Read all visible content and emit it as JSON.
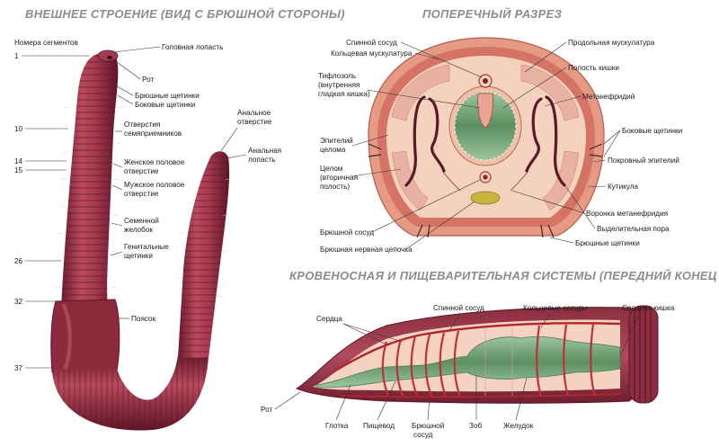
{
  "titles": {
    "external": "ВНЕШНЕЕ СТРОЕНИЕ (ВИД С БРЮШНОЙ СТОРОНЫ)",
    "cross": "ПОПЕРЕЧНЫЙ РАЗРЕЗ",
    "systems": "КРОВЕНОСНАЯ И ПИЩЕВАРИТЕЛЬНАЯ СИСТЕМЫ (ПЕРЕДНИЙ КОНЕЦ ЧЕРВЯ)"
  },
  "external": {
    "segments_header": "Номера сегментов",
    "segment_numbers": [
      "1",
      "10",
      "14",
      "15",
      "26",
      "32",
      "37"
    ],
    "labels": {
      "head_lobe": "Головная лопасть",
      "mouth": "Рот",
      "ventral_setae": "Брюшные щетинки",
      "lateral_setae": "Боковые щетинки",
      "receptacle_1": "Отверстия",
      "receptacle_2": "семяприемников",
      "female_1": "Женское половое",
      "female_2": "отверстие",
      "male_1": "Мужское половое",
      "male_2": "отверстие",
      "groove_1": "Семенной",
      "groove_2": "желобок",
      "genital_1": "Генитальные",
      "genital_2": "щетинки",
      "clitellum": "Поясок",
      "anus_1": "Анальное",
      "anus_2": "отверстие",
      "anal_lobe": "Анальная",
      "anal_lobe_2": "лопасть"
    }
  },
  "cross": {
    "labels": {
      "dorsal_vessel": "Спинной сосуд",
      "circular_muscle": "Кольцевая мускулатура",
      "typhlosole_1": "Тифлозоль",
      "typhlosole_2": "(внутренняя",
      "typhlosole_3": "гладкая кишка)",
      "epithelium_1": "Эпителий",
      "epithelium_2": "целома",
      "coelom_1": "Целом",
      "coelom_2": "(вторичная",
      "coelom_3": "полость)",
      "ventral_vessel": "Брюшной сосуд",
      "nerve_cord": "Брюшная нервная цепочка",
      "longitudinal_muscle": "Продольная мускулатура",
      "gut_cavity": "Полость кишки",
      "metanephridium": "Метанефридий",
      "lateral_setae": "Боковые щетинки",
      "cover_epithelium": "Покровный эпителий",
      "cuticle": "Кутикула",
      "nephrostome": "Воронка метанефридия",
      "excretory_pore": "Выделительная пора",
      "ventral_setae": "Брюшные щетинки"
    }
  },
  "systems": {
    "labels": {
      "hearts": "Сердца",
      "dorsal_vessel": "Спинной сосуд",
      "ring_vessels": "Кольцевые сосуды",
      "midgut": "Средняя кишка",
      "mouth": "Рот",
      "pharynx": "Глотка",
      "esophagus": "Пищевод",
      "ventral_vessel_1": "Брюшной",
      "ventral_vessel_2": "сосуд",
      "crop": "Зоб",
      "gizzard": "Желудок"
    }
  },
  "colors": {
    "title_gray": "#8c8c8c",
    "worm_body": "#9e3348",
    "worm_dark": "#5c1626",
    "muscle": "#e89080",
    "gut_green": "#6f9e72",
    "nephridium": "#5a1a28",
    "nerve_yellow": "#c9b33a"
  }
}
